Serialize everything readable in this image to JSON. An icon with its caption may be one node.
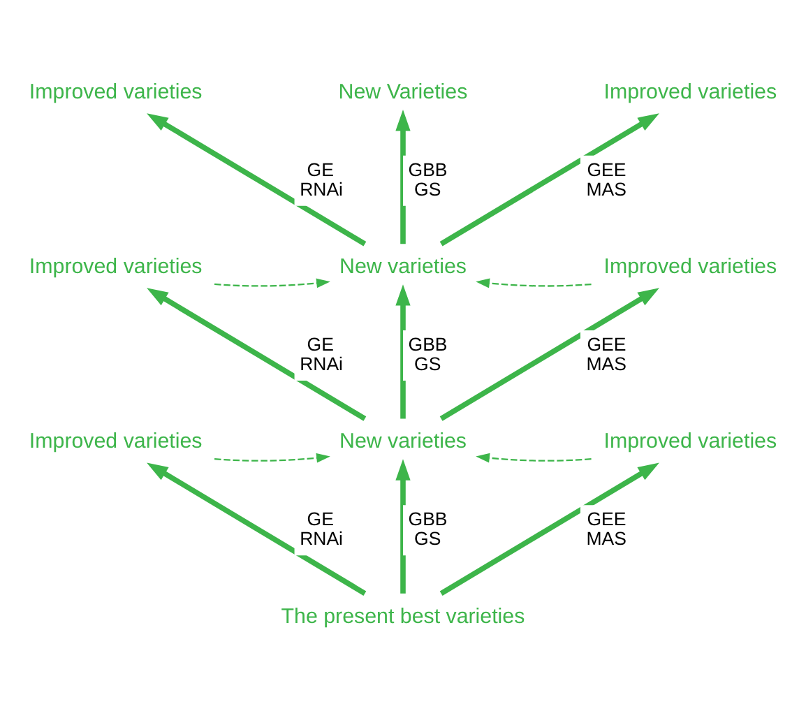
{
  "diagram": {
    "nodes": [
      {
        "text": [
          "The present best varieties"
        ]
      },
      {
        "text": [
          "Improved varieties"
        ]
      },
      {
        "text": [
          "Improved varieties"
        ]
      },
      {
        "text": [
          "New varieties"
        ]
      },
      {
        "text": [
          "Improved varieties"
        ]
      },
      {
        "text": [
          "Improved varieties"
        ]
      },
      {
        "text": [
          "New varieties"
        ]
      },
      {
        "text": [
          "Improved varieties"
        ]
      },
      {
        "text": [
          "Improved varieties"
        ]
      },
      {
        "text": [
          "New Varieties"
        ]
      }
    ],
    "edges": [
      {
        "from": 0,
        "to": 3,
        "arrow": "to",
        "label": "GBB GS"
      },
      {
        "from": 0,
        "to": 1,
        "arrow": "to",
        "label": "GE RNAi"
      },
      {
        "from": 0,
        "to": 2,
        "arrow": "to",
        "label": "GEE MAS"
      },
      {
        "from": 1,
        "to": 3,
        "arrow": "to",
        "style": "dashed"
      },
      {
        "from": 2,
        "to": 3,
        "arrow": "to",
        "style": "dashed"
      },
      {
        "from": 3,
        "to": 6,
        "arrow": "to",
        "label": "GBB GS"
      },
      {
        "from": 3,
        "to": 4,
        "arrow": "to",
        "label": "GE RNAi"
      },
      {
        "from": 3,
        "to": 5,
        "arrow": "to",
        "label": "GEE MAS"
      },
      {
        "from": 4,
        "to": 6,
        "arrow": "to",
        "style": "dashed"
      },
      {
        "from": 5,
        "to": 6,
        "arrow": "to",
        "style": "dashed"
      },
      {
        "from": 6,
        "to": 9,
        "arrow": "to",
        "label": "GBB GS"
      },
      {
        "from": 6,
        "to": 7,
        "arrow": "to",
        "label": "GE RNAi"
      },
      {
        "from": 6,
        "to": 8,
        "arrow": "to",
        "label": "GEE MAS"
      }
    ]
  }
}
